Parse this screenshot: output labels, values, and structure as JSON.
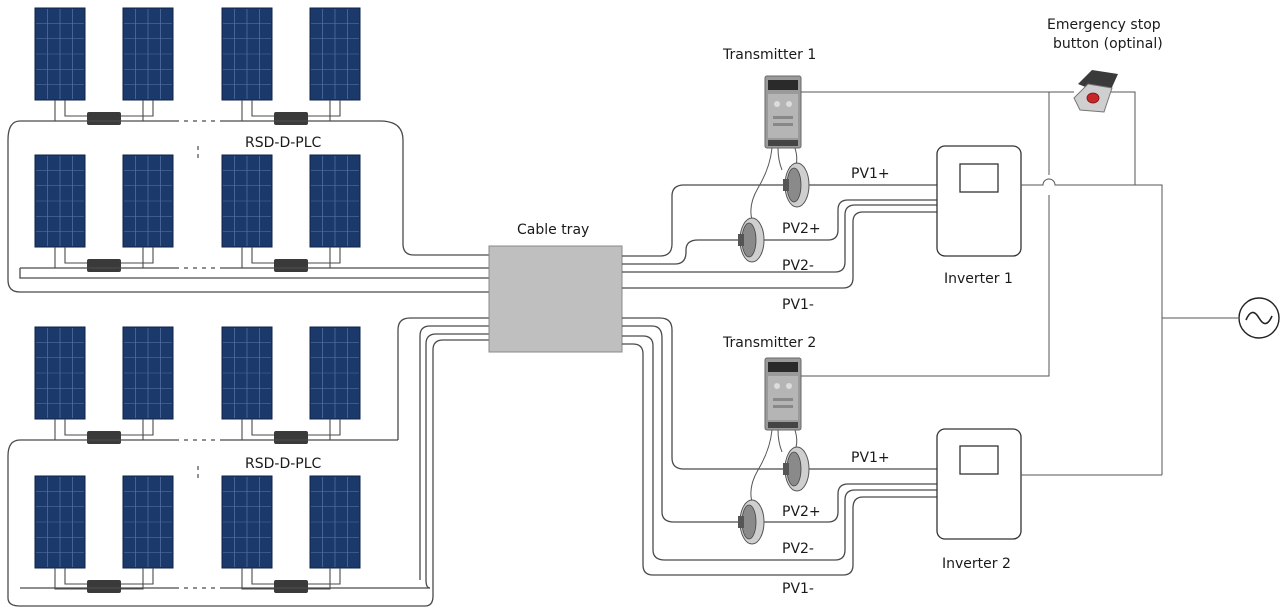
{
  "labels": {
    "transmitter_1": "Transmitter 1",
    "transmitter_2": "Transmitter 2",
    "emergency_line1": "Emergency stop",
    "emergency_line2": "button (optinal)",
    "cable_tray": "Cable tray",
    "rsd_top": "RSD-D-PLC",
    "rsd_bottom": "RSD-D-PLC",
    "inverter_1": "Inverter 1",
    "inverter_2": "Inverter 2",
    "pv1_plus_1": "PV1+",
    "pv2_plus_1": "PV2+",
    "pv2_minus_1": "PV2-",
    "pv1_minus_1": "PV1-",
    "pv1_plus_2": "PV1+",
    "pv2_plus_2": "PV2+",
    "pv2_minus_2": "PV2-",
    "pv1_minus_2": "PV1-"
  },
  "colors": {
    "panel": "#1b3a6b",
    "panel_grid": "#4f6fa0",
    "cable_tray": "#bfbfbf",
    "wire": "#4a4a4a",
    "optimizer": "#3a3a3a"
  },
  "icons": {
    "grid_symbol": "ac-sine-icon",
    "estop": "emergency-stop-icon"
  }
}
